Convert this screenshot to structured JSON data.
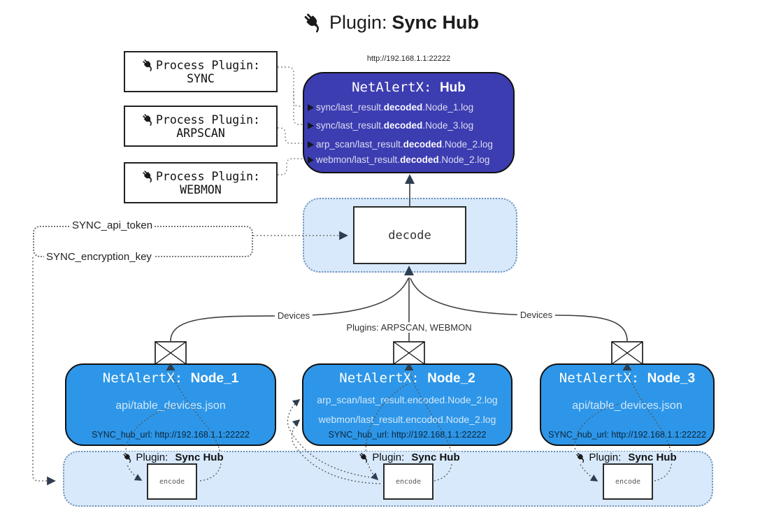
{
  "title": {
    "prefix": "Plugin:",
    "bold": "Sync Hub"
  },
  "process_plugins": [
    {
      "label": "Process Plugin:",
      "name": "SYNC"
    },
    {
      "label": "Process Plugin:",
      "name": "ARPSCAN"
    },
    {
      "label": "Process Plugin:",
      "name": "WEBMON"
    }
  ],
  "hub": {
    "url": "http://192.168.1.1:22222",
    "title_prefix": "NetAlertX:",
    "title_bold": "Hub",
    "lines": [
      {
        "pre": "sync/last_result.",
        "bold": "decoded",
        "post": ".Node_1.log"
      },
      {
        "pre": "sync/last_result.",
        "bold": "decoded",
        "post": ".Node_3.log"
      },
      {
        "pre": "arp_scan/last_result.",
        "bold": "decoded",
        "post": ".Node_2.log"
      },
      {
        "pre": "webmon/last_result.",
        "bold": "decoded",
        "post": ".Node_2.log"
      }
    ]
  },
  "decode_label": "decode",
  "secrets": {
    "api_token": "SYNC_api_token",
    "encryption_key": "SYNC_encryption_key"
  },
  "edge_labels": {
    "devices_left": "Devices",
    "devices_right": "Devices",
    "plugins": "Plugins: ARPSCAN, WEBMON"
  },
  "nodes": [
    {
      "title_prefix": "NetAlertX:",
      "title_bold": "Node_1",
      "lines": [
        "api/table_devices.json"
      ],
      "hub_url": "SYNC_hub_url: http://192.168.1.1:22222"
    },
    {
      "title_prefix": "NetAlertX:",
      "title_bold": "Node_2",
      "lines": [
        "arp_scan/last_result.encoded.Node_2.log",
        "webmon/last_result.encoded.Node_2.log"
      ],
      "hub_url": "SYNC_hub_url: http://192.168.1.1:22222"
    },
    {
      "title_prefix": "NetAlertX:",
      "title_bold": "Node_3",
      "lines": [
        "api/table_devices.json"
      ],
      "hub_url": "SYNC_hub_url: http://192.168.1.1:22222"
    }
  ],
  "encode_sections": [
    {
      "label_prefix": "Plugin:",
      "label_bold": "Sync Hub",
      "box": "encode"
    },
    {
      "label_prefix": "Plugin:",
      "label_bold": "Sync Hub",
      "box": "encode"
    },
    {
      "label_prefix": "Plugin:",
      "label_bold": "Sync Hub",
      "box": "encode"
    }
  ],
  "colors": {
    "hub_bg": "#3d3db2",
    "node_bg": "#2d96e8",
    "panel_bg": "#d8e9fb",
    "panel_border": "#6e93b8",
    "arrow_dark": "#2e3e50"
  }
}
